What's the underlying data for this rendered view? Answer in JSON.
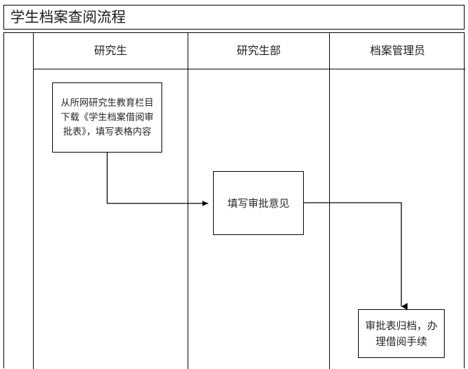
{
  "page": {
    "title": "学生档案查阅流程",
    "background_color": "#ffffff",
    "line_color": "#000000",
    "text_color": "#262626"
  },
  "lanes": [
    {
      "id": "lane-spacer",
      "label": ""
    },
    {
      "id": "lane-student",
      "label": "研究生"
    },
    {
      "id": "lane-grad-office",
      "label": "研究生部"
    },
    {
      "id": "lane-archivist",
      "label": "档案管理员"
    }
  ],
  "nodes": [
    {
      "id": "node-download",
      "lane": "研究生",
      "shape": "process",
      "text": "从所网研究生教育栏目下载《学生档案借阅审批表》，填写表格内容"
    },
    {
      "id": "node-approve",
      "lane": "研究生部",
      "shape": "process",
      "text": "填写审批意见"
    },
    {
      "id": "node-archive",
      "lane": "档案管理员",
      "shape": "process",
      "text": "审批表归档，办理借阅手续"
    }
  ],
  "connectors": [
    {
      "id": "edge-download-to-approve",
      "from": "node-download",
      "to": "node-approve",
      "label": "",
      "arrow": "right"
    },
    {
      "id": "edge-approve-to-archive",
      "from": "node-approve",
      "to": "node-archive",
      "label": "",
      "arrow": "down"
    }
  ]
}
